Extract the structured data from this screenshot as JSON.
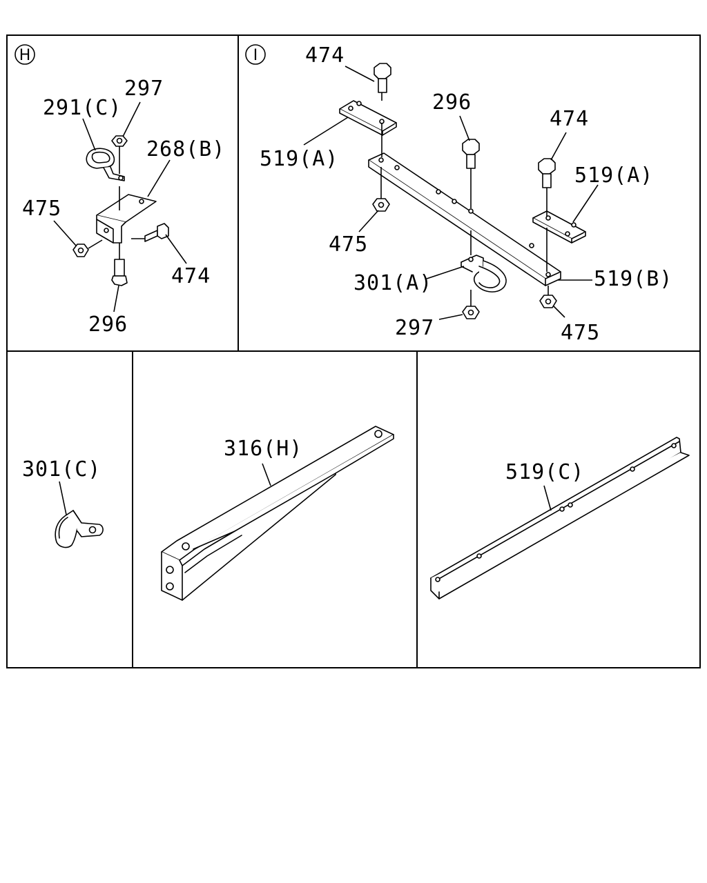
{
  "views": {
    "h": {
      "letter": "H"
    },
    "i": {
      "letter": "I"
    }
  },
  "callouts": {
    "h_297": "297",
    "h_291c": "291(C)",
    "h_268b": "268(B)",
    "h_475": "475",
    "h_474": "474",
    "h_296": "296",
    "i_474a": "474",
    "i_296": "296",
    "i_474b": "474",
    "i_519a_left": "519(A)",
    "i_519a_right": "519(A)",
    "i_475a": "475",
    "i_301a": "301(A)",
    "i_519b": "519(B)",
    "i_297": "297",
    "i_475b": "475",
    "p_301c": "301(C)",
    "p_316h": "316(H)",
    "p_519c": "519(C)"
  },
  "colors": {
    "line": "#000000",
    "background": "#ffffff"
  }
}
